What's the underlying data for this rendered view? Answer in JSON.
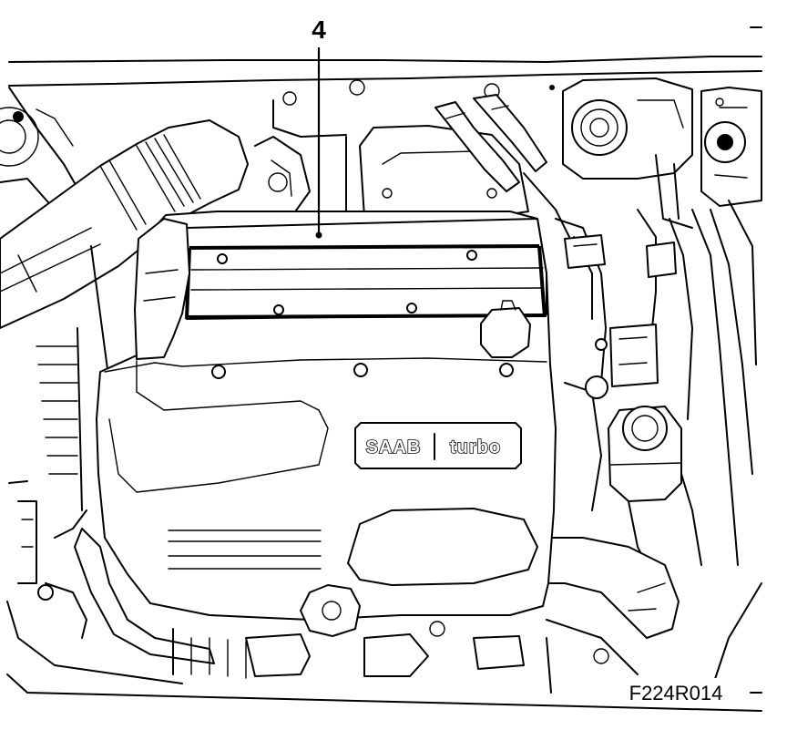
{
  "figure": {
    "callout_label": "4",
    "badge_brand": "SAAB",
    "badge_model": "turbo",
    "figure_code": "F224R014"
  }
}
